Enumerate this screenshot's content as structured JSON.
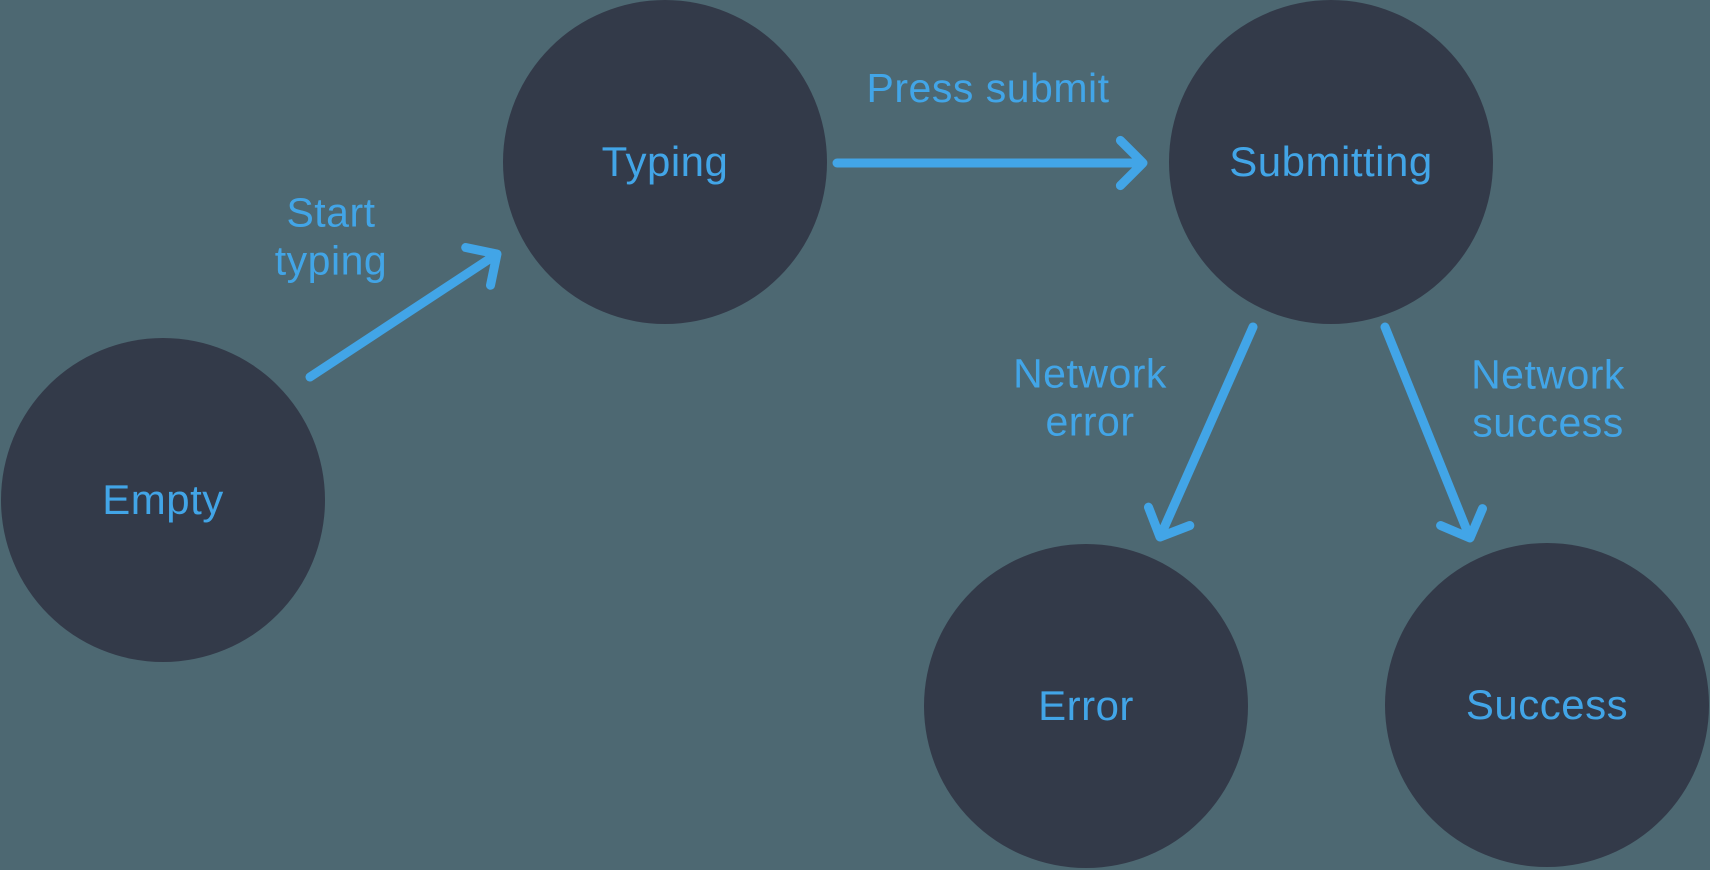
{
  "colors": {
    "background": "#4D6872",
    "node_fill": "#333A49",
    "accent": "#42A5E7"
  },
  "nodes": [
    {
      "id": "empty",
      "label": "Empty"
    },
    {
      "id": "typing",
      "label": "Typing"
    },
    {
      "id": "submitting",
      "label": "Submitting"
    },
    {
      "id": "error",
      "label": "Error"
    },
    {
      "id": "success",
      "label": "Success"
    }
  ],
  "edges": [
    {
      "from": "Empty",
      "to": "Typing",
      "label": "Start typing",
      "lines": [
        "Start",
        "typing"
      ]
    },
    {
      "from": "Typing",
      "to": "Submitting",
      "label": "Press submit",
      "lines": [
        "Press submit"
      ]
    },
    {
      "from": "Submitting",
      "to": "Error",
      "label": "Network error",
      "lines": [
        "Network",
        "error"
      ]
    },
    {
      "from": "Submitting",
      "to": "Success",
      "label": "Network success",
      "lines": [
        "Network",
        "success"
      ]
    }
  ]
}
